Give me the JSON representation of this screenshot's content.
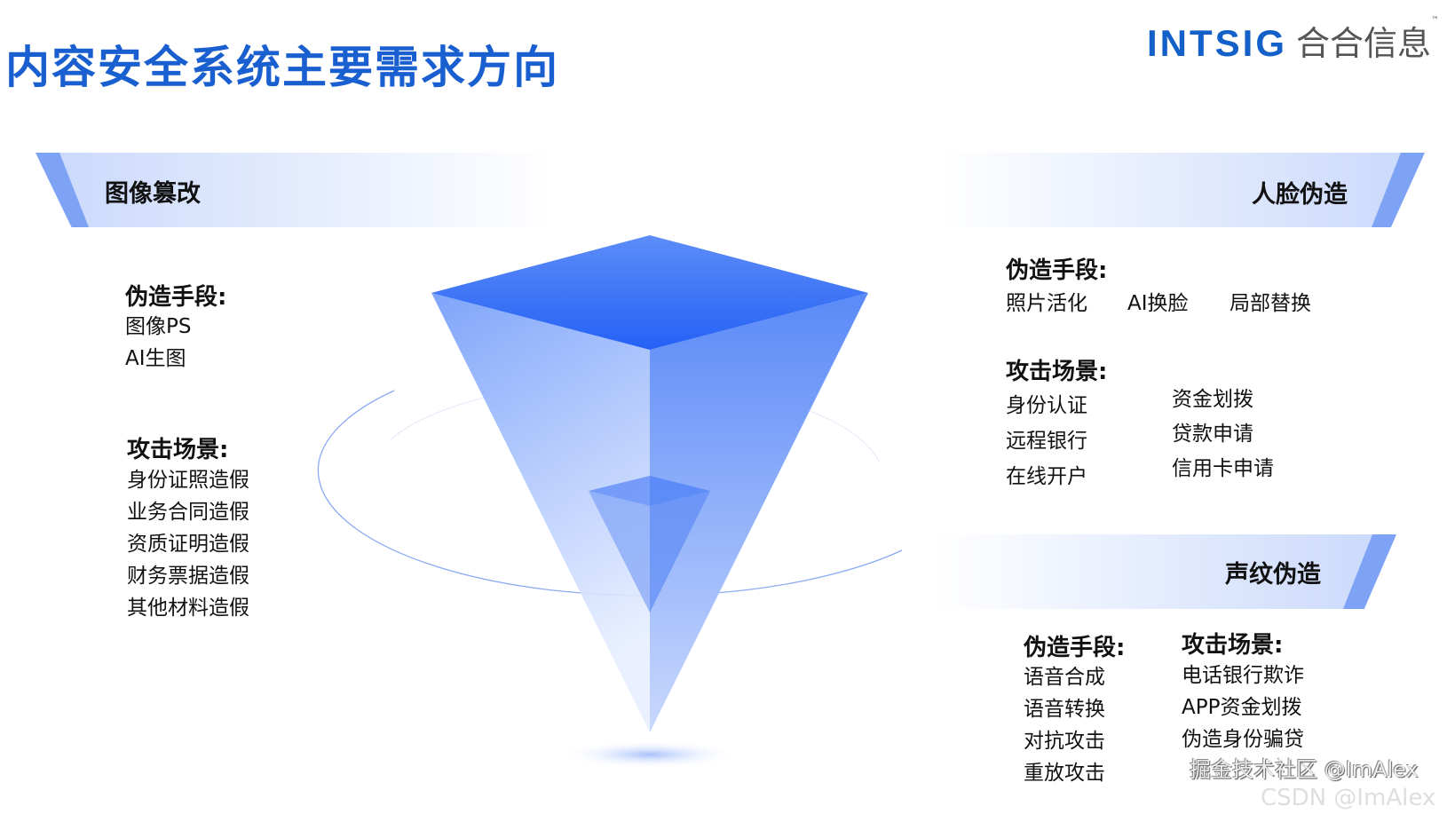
{
  "title": "内容安全系统主要需求方向",
  "logo": {
    "en": "INTSIG",
    "cn": "合合信息",
    "tm": "™"
  },
  "image_tamper": {
    "label": "图像篡改",
    "forge_title": "伪造手段:",
    "forge": [
      "图像PS",
      "AI生图"
    ],
    "attack_title": "攻击场景:",
    "attack": [
      "身份证照造假",
      "业务合同造假",
      "资质证明造假",
      "财务票据造假",
      "其他材料造假"
    ]
  },
  "face_forgery": {
    "label": "人脸伪造",
    "forge_title": "伪造手段:",
    "forge": [
      "照片活化",
      "AI换脸",
      "局部替换"
    ],
    "attack_title": "攻击场景:",
    "attack_col1": [
      "身份认证",
      "远程银行",
      "在线开户"
    ],
    "attack_col2": [
      "资金划拨",
      "贷款申请",
      "信用卡申请"
    ]
  },
  "voice_forgery": {
    "label": "声纹伪造",
    "forge_title": "伪造手段:",
    "forge": [
      "语音合成",
      "语音转换",
      "对抗攻击",
      "重放攻击"
    ],
    "attack_title": "攻击场景:",
    "attack": [
      "电话银行欺诈",
      "APP资金划拨",
      "伪造身份骗贷"
    ]
  },
  "watermark": {
    "line1": "掘金技术社区 @ImAlex",
    "line2": "CSDN @ImAlex"
  },
  "colors": {
    "title": "#1a5fd0",
    "pyramid": "#2f6df6",
    "banner": "#7ea3f5"
  }
}
